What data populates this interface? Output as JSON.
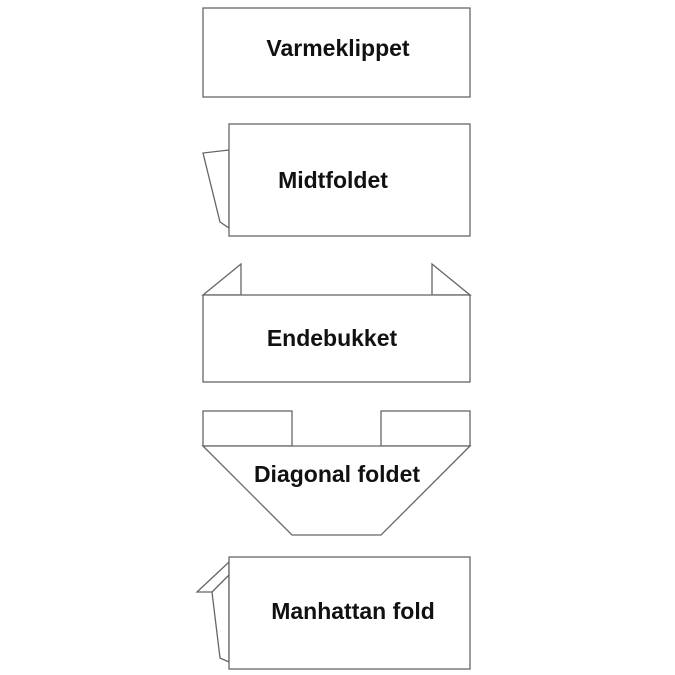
{
  "folds": [
    {
      "label": "Varmeklippet"
    },
    {
      "label": "Midtfoldet"
    },
    {
      "label": "Endebukket"
    },
    {
      "label": "Diagonal foldet"
    },
    {
      "label": "Manhattan fold"
    }
  ],
  "colors": {
    "stroke": "#666666",
    "fill": "#ffffff",
    "text": "#111111"
  }
}
